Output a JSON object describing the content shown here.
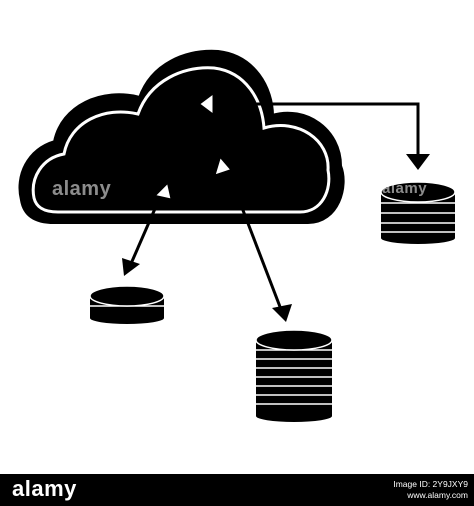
{
  "colors": {
    "background": "#ffffff",
    "ink": "#000000",
    "footer_background": "#000000",
    "footer_text": "#ffffff"
  },
  "illustration": {
    "subject": "cloud with data-storage coin stacks",
    "icons": [
      "cloud-icon",
      "coin-stack-icon",
      "double-arrow-icon",
      "arrow-icon"
    ]
  },
  "watermark": {
    "text": "alamy"
  },
  "footer": {
    "brand": "alamy",
    "image_id_line": "Image ID: 2Y9JXY9",
    "url_line": "www.alamy.com"
  }
}
